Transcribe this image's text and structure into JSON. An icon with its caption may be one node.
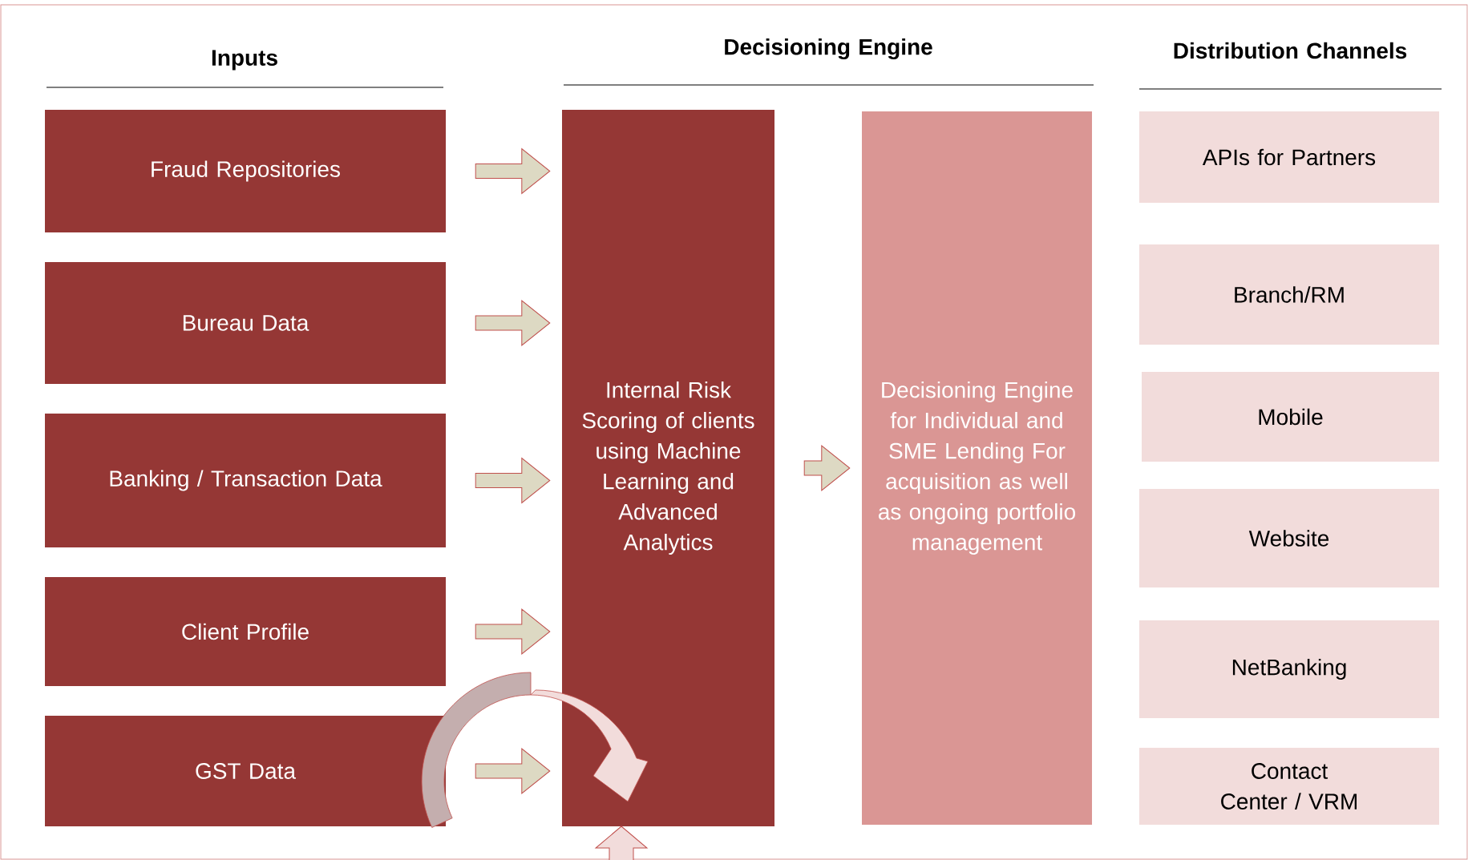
{
  "diagram": {
    "nodes": [
      {
        "text": [
          "Fraud Repositories"
        ]
      },
      {
        "text": [
          "Bureau Data"
        ]
      },
      {
        "text": [
          "Banking / Transaction Data"
        ]
      },
      {
        "text": [
          "Client Profile"
        ]
      },
      {
        "text": [
          "GST Data"
        ]
      },
      {
        "text": [
          "Internal Risk Scoring of clients using Machine Learning and Advanced Analytics"
        ]
      },
      {
        "text": [
          "Decisioning Engine for Individual and SME Lending For acquisition as well as ongoing portfolio management"
        ]
      },
      {
        "text": [
          "APIs for Partners"
        ]
      },
      {
        "text": [
          "Branch/RM"
        ]
      },
      {
        "text": [
          "Mobile"
        ]
      },
      {
        "text": [
          "Website"
        ]
      },
      {
        "text": [
          "NetBanking"
        ]
      },
      {
        "text": [
          "Contact Center / VRM"
        ]
      }
    ],
    "edges": [
      {
        "from": 0,
        "to": 5,
        "arrow": "to"
      },
      {
        "from": 1,
        "to": 5,
        "arrow": "to"
      },
      {
        "from": 2,
        "to": 5,
        "arrow": "to"
      },
      {
        "from": 3,
        "to": 5,
        "arrow": "to"
      },
      {
        "from": 4,
        "to": 5,
        "arrow": "to"
      },
      {
        "from": 5,
        "to": 6,
        "arrow": "to"
      }
    ],
    "labels": [
      "Inputs",
      "Decisioning Engine",
      "Distribution Channels"
    ]
  }
}
